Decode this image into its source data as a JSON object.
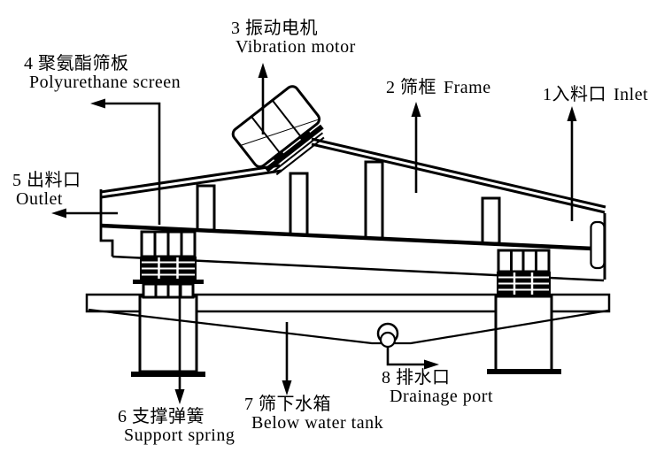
{
  "labels": [
    {
      "key": "inlet",
      "zh": "1入料口",
      "en": "Inlet"
    },
    {
      "key": "frame",
      "zh": "2 筛框",
      "en": "Frame"
    },
    {
      "key": "vibration-motor",
      "zh": "3 振动电机",
      "en": "Vibration motor"
    },
    {
      "key": "polyurethane-screen",
      "zh": "4 聚氨酯筛板",
      "en": "Polyurethane screen"
    },
    {
      "key": "outlet",
      "zh": "5 出料口",
      "en": "Outlet"
    },
    {
      "key": "support-spring",
      "zh": "6 支撑弹簧",
      "en": "Support spring"
    },
    {
      "key": "below-water-tank",
      "zh": "7 筛下水箱",
      "en": "Below water tank"
    },
    {
      "key": "drainage-port",
      "zh": "8 排水口",
      "en": "Drainage port"
    }
  ],
  "colors": {
    "line": "#000000",
    "background": "#ffffff"
  }
}
